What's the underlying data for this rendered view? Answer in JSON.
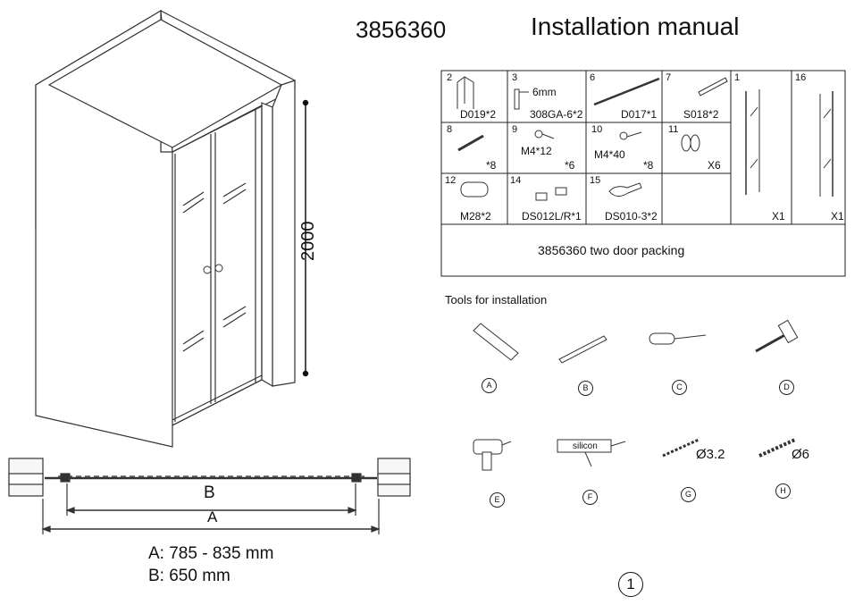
{
  "header": {
    "product_code": "3856360",
    "title": "Installation manual"
  },
  "height_label": "2000",
  "parts": [
    {
      "num": "2",
      "label": "D019*2"
    },
    {
      "num": "3",
      "label": "308GA-6*2",
      "note": "6mm"
    },
    {
      "num": "6",
      "label": "D017*1"
    },
    {
      "num": "7",
      "label": "S018*2"
    },
    {
      "num": "1",
      "label": "X1"
    },
    {
      "num": "16",
      "label": "X1"
    },
    {
      "num": "8",
      "label": "*8"
    },
    {
      "num": "9",
      "label": "*6",
      "note": "M4*12"
    },
    {
      "num": "10",
      "label": "*8",
      "note": "M4*40"
    },
    {
      "num": "11",
      "label": "X6"
    },
    {
      "num": "12",
      "label": "M28*2"
    },
    {
      "num": "14",
      "label": "DS012L/R*1"
    },
    {
      "num": "15",
      "label": "DS010-3*2"
    }
  ],
  "packing": "3856360 two door packing",
  "tools_title": "Tools for installation",
  "tools": [
    {
      "letter": "A",
      "icon": "level-icon"
    },
    {
      "letter": "B",
      "icon": "pencil-icon"
    },
    {
      "letter": "C",
      "icon": "screwdriver-icon"
    },
    {
      "letter": "D",
      "icon": "hammer-icon"
    },
    {
      "letter": "E",
      "icon": "drill-icon"
    },
    {
      "letter": "F",
      "icon": "silicone-gun-icon",
      "text": "silicon"
    },
    {
      "letter": "G",
      "icon": "drill-bit-icon",
      "text": "Ø3.2"
    },
    {
      "letter": "H",
      "icon": "drill-bit-icon",
      "text": "Ø6"
    }
  ],
  "dimensions": {
    "b_label": "B",
    "a_label": "A",
    "a_text": "A: 785 - 835 mm",
    "b_text": "B: 650 mm"
  },
  "page_number": "1"
}
